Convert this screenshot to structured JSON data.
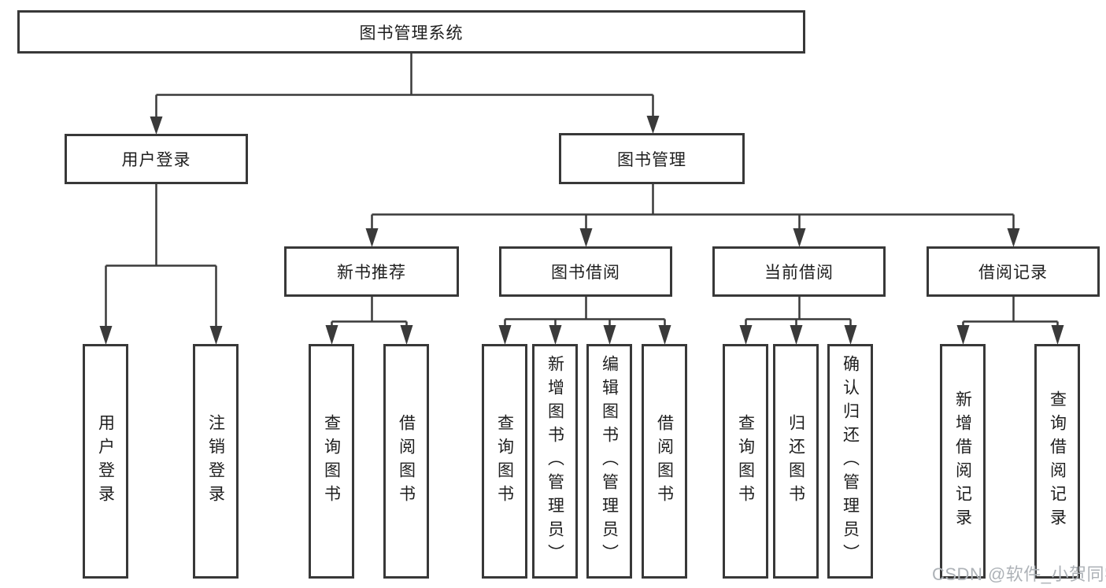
{
  "diagram": {
    "title": "图书管理系统",
    "type": "hierarchy-diagram"
  },
  "tree": {
    "label": "图书管理系统",
    "children": [
      {
        "label": "用户登录",
        "children": [
          {
            "label": "用户登录"
          },
          {
            "label": "注销登录"
          }
        ]
      },
      {
        "label": "图书管理",
        "children": [
          {
            "label": "新书推荐",
            "children": [
              {
                "label": "查询图书"
              },
              {
                "label": "借阅图书"
              }
            ]
          },
          {
            "label": "图书借阅",
            "children": [
              {
                "label": "查询图书"
              },
              {
                "label": "新增图书（管理员）"
              },
              {
                "label": "编辑图书（管理员）"
              },
              {
                "label": "借阅图书"
              }
            ]
          },
          {
            "label": "当前借阅",
            "children": [
              {
                "label": "查询图书"
              },
              {
                "label": "归还图书"
              },
              {
                "label": "确认归还（管理员）"
              }
            ]
          },
          {
            "label": "借阅记录",
            "children": [
              {
                "label": "新增借阅记录"
              },
              {
                "label": "查询借阅记录"
              }
            ]
          }
        ]
      }
    ]
  },
  "watermark": {
    "text": "CSDN @软件_小贺同学",
    "color": "#adb2b7"
  },
  "colors": {
    "line": "#3a3a3a",
    "box_border": "#383838",
    "text": "#1e1e1e",
    "background": "#ffffff"
  }
}
